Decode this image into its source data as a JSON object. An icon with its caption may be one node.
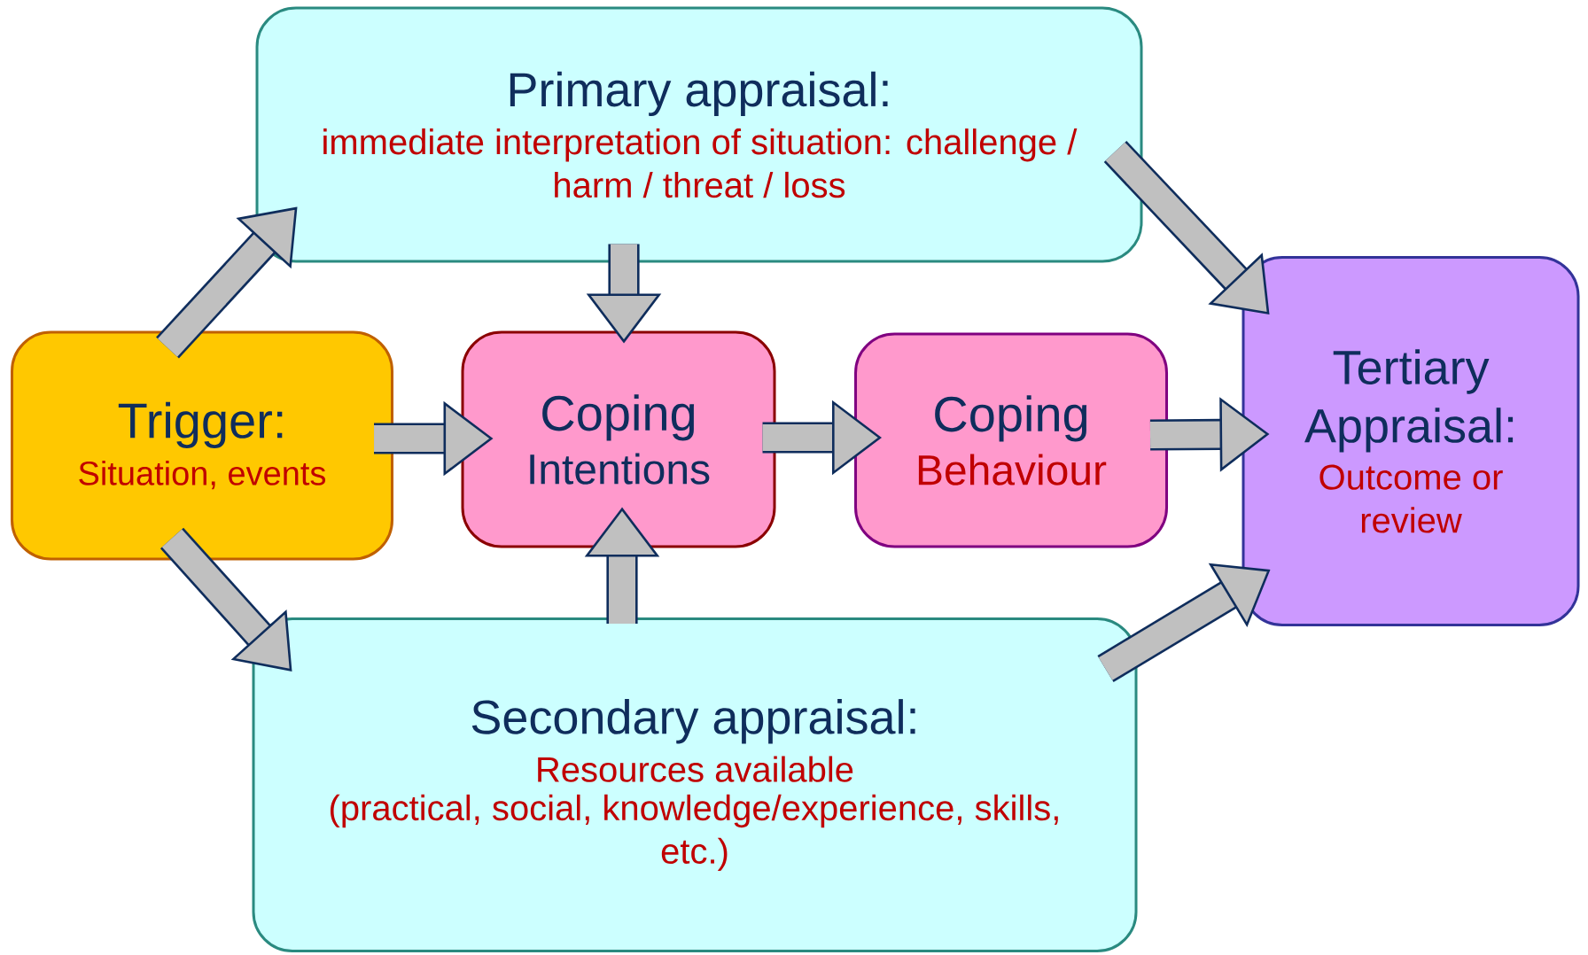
{
  "diagram": {
    "nodes": [
      {
        "text": [
          "Primary appraisal:",
          "immediate interpretation of situation: challenge / harm / threat / loss"
        ]
      },
      {
        "text": [
          "Trigger:",
          "Situation, events"
        ]
      },
      {
        "text": [
          "Coping",
          "Intentions"
        ]
      },
      {
        "text": [
          "Coping",
          "Behaviour"
        ]
      },
      {
        "text": [
          "Tertiary Appraisal:",
          "Outcome or review"
        ]
      },
      {
        "text": [
          "Secondary appraisal:",
          "Resources available",
          "(practical, social, knowledge/experience, skills, etc.)"
        ]
      }
    ],
    "edges": [
      {
        "from": 1,
        "to": 0,
        "arrow": "to"
      },
      {
        "from": 1,
        "to": 5,
        "arrow": "to"
      },
      {
        "from": 1,
        "to": 2,
        "arrow": "to"
      },
      {
        "from": 0,
        "to": 2,
        "arrow": "to"
      },
      {
        "from": 5,
        "to": 2,
        "arrow": "to"
      },
      {
        "from": 2,
        "to": 3,
        "arrow": "to"
      },
      {
        "from": 3,
        "to": 4,
        "arrow": "to"
      },
      {
        "from": 0,
        "to": 4,
        "arrow": "to"
      },
      {
        "from": 5,
        "to": 4,
        "arrow": "to"
      }
    ]
  }
}
